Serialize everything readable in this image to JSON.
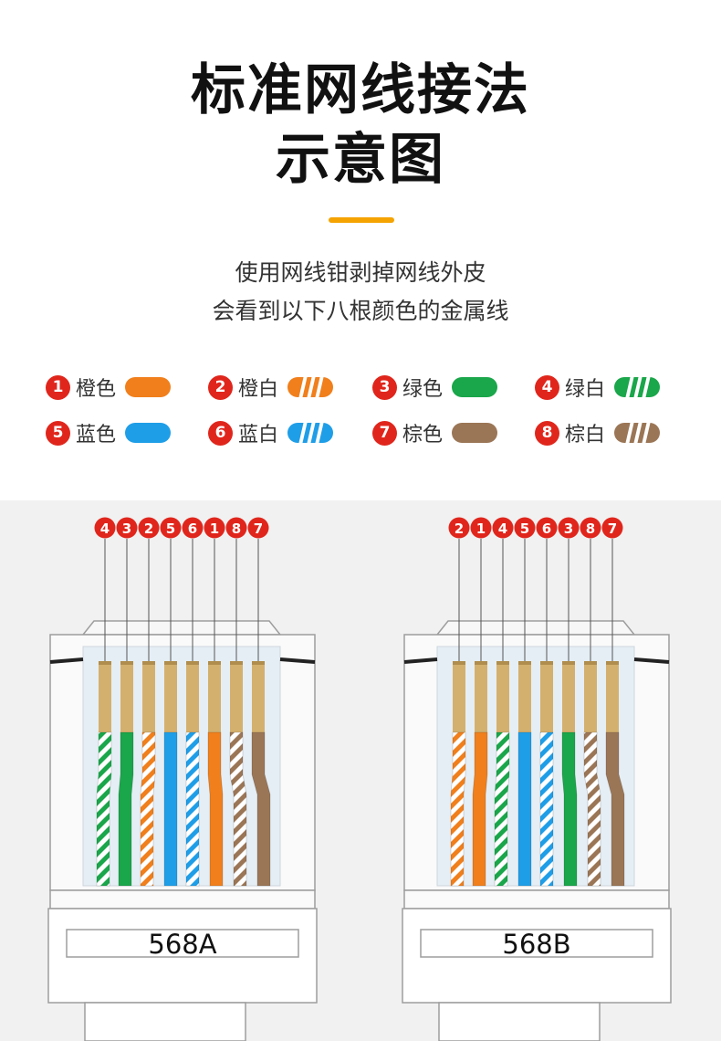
{
  "title_line1": "标准网线接法",
  "title_line2": "示意图",
  "subtitle_line1": "使用网线钳剥掉网线外皮",
  "subtitle_line2": "会看到以下八根颜色的金属线",
  "colors": {
    "accent": "#f5a300",
    "badge": "#e0261c",
    "orange": "#f07f1c",
    "green": "#1aa64a",
    "blue": "#1f9ee8",
    "brown": "#9b7656",
    "white": "#ffffff",
    "pin": "#d4b06e",
    "panel": "#f1f1f1",
    "outline": "#9d9d9d"
  },
  "legend": [
    {
      "num": "1",
      "label": "橙色",
      "color": "orange",
      "striped": false,
      "icon": "solid-orange-pill-icon"
    },
    {
      "num": "2",
      "label": "橙白",
      "color": "orange",
      "striped": true,
      "icon": "striped-orange-pill-icon"
    },
    {
      "num": "3",
      "label": "绿色",
      "color": "green",
      "striped": false,
      "icon": "solid-green-pill-icon"
    },
    {
      "num": "4",
      "label": "绿白",
      "color": "green",
      "striped": true,
      "icon": "striped-green-pill-icon"
    },
    {
      "num": "5",
      "label": "蓝色",
      "color": "blue",
      "striped": false,
      "icon": "solid-blue-pill-icon"
    },
    {
      "num": "6",
      "label": "蓝白",
      "color": "blue",
      "striped": true,
      "icon": "striped-blue-pill-icon"
    },
    {
      "num": "7",
      "label": "棕色",
      "color": "brown",
      "striped": false,
      "icon": "solid-brown-pill-icon"
    },
    {
      "num": "8",
      "label": "棕白",
      "color": "brown",
      "striped": true,
      "icon": "striped-brown-pill-icon"
    }
  ],
  "plugs": [
    {
      "name": "568A",
      "order": [
        "4",
        "3",
        "2",
        "5",
        "6",
        "1",
        "8",
        "7"
      ]
    },
    {
      "name": "568B",
      "order": [
        "2",
        "1",
        "4",
        "5",
        "6",
        "3",
        "8",
        "7"
      ]
    }
  ]
}
